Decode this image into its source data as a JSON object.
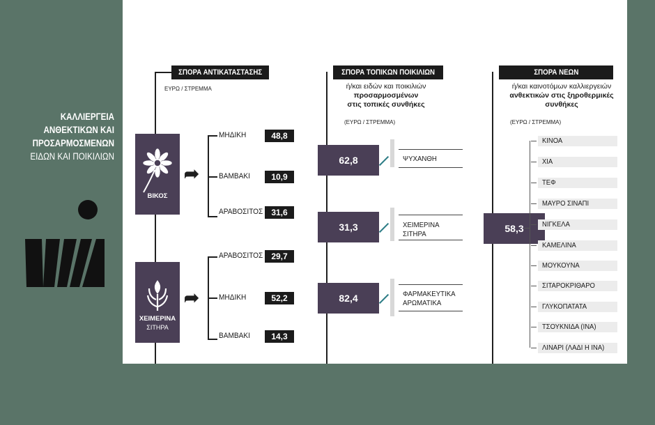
{
  "side": {
    "title_lines": [
      "ΚΑΛΛΙΕΡΓΕΙΑ",
      "ΑΝΘΕΚΤΙΚΩΝ ΚΑΙ",
      "ΠΡΟΣΑΡΜΟΣΜΕΝΩΝ"
    ],
    "subtitle": "ΕΙΔΩΝ ΚΑΙ ΠΟΙΚΙΛΙΩΝ"
  },
  "colors": {
    "background": "#5a7468",
    "panel": "#ffffff",
    "purple": "#4a3f56",
    "dark": "#1b1b1b",
    "accent": "#2e7d86"
  },
  "col1": {
    "header": "ΣΠΟΡΑ ΑΝΤΙΚΑΤΑΣΤΑΣΗΣ",
    "unit": "ΕΥΡΩ / ΣΤΡΕΜΜΑ",
    "groups": [
      {
        "crop": "ΒΙΚΟΣ",
        "icon": "flower-icon",
        "items": [
          {
            "name": "ΜΗΔΙΚΗ",
            "value": "48,8"
          },
          {
            "name": "ΒΑΜΒΑΚΙ",
            "value": "10,9"
          },
          {
            "name": "ΑΡΑΒΟΣΙΤΟΣ",
            "value": "31,6"
          }
        ]
      },
      {
        "crop_line1": "ΧΕΙΜΕΡΙΝΑ",
        "crop_line2": "ΣΙΤΗΡΑ",
        "icon": "wheat-icon",
        "items": [
          {
            "name": "ΑΡΑΒΟΣΙΤΟΣ",
            "value": "29,7"
          },
          {
            "name": "ΜΗΔΙΚΗ",
            "value": "52,2"
          },
          {
            "name": "ΒΑΜΒΑΚΙ",
            "value": "14,3"
          }
        ]
      }
    ]
  },
  "col2": {
    "header": "ΣΠΟΡΑ ΤΟΠΙΚΩΝ ΠΟΙΚΙΛΙΩΝ",
    "desc_line1": "ή/και ειδών και ποικιλιών",
    "desc_line2": "προσαρμοσμένων",
    "desc_line3": "στις τοπικές συνθήκες",
    "unit": "(ΕΥΡΩ / ΣΤΡΕΜΜΑ)",
    "items": [
      {
        "value": "62,8",
        "line1": "ΨΥΧΑΝΘΗ",
        "line2": ""
      },
      {
        "value": "31,3",
        "line1": "ΧΕΙΜΕΡΙΝΑ",
        "line2": "ΣΙΤΗΡΑ"
      },
      {
        "value": "82,4",
        "line1": "ΦΑΡΜΑΚΕΥΤΙΚΑ",
        "line2": "ΑΡΩΜΑΤΙΚΑ"
      }
    ]
  },
  "col3": {
    "header": "ΣΠΟΡΑ ΝΕΩΝ",
    "desc_line1": "ή/και καινοτόμων καλλιεργειών",
    "desc_line2": "ανθεκτικών στις ξηροθερμικές",
    "desc_line3": "συνθήκες",
    "unit": "(ΕΥΡΩ / ΣΤΡΕΜΜΑ)",
    "value": "58,3",
    "items": [
      "ΚΙΝΟΑ",
      "ΧΙΑ",
      "ΤΕΦ",
      "ΜΑΥΡΟ ΣΙΝΑΠΙ",
      "ΝΙΓΚΕΛΑ",
      "ΚΑΜΕΛΙΝΑ",
      "ΜΟΥΚΟΥΝΑ",
      "ΣΙΤΑΡΟΚΡΙΘΑΡΟ",
      "ΓΛΥΚΟΠΑΤΑΤΑ",
      "ΤΣΟΥΚΝΙΔΑ (ΙΝΑ)",
      "ΛΙΝΑΡΙ (ΛΑΔΙ Η ΙΝΑ)"
    ]
  }
}
